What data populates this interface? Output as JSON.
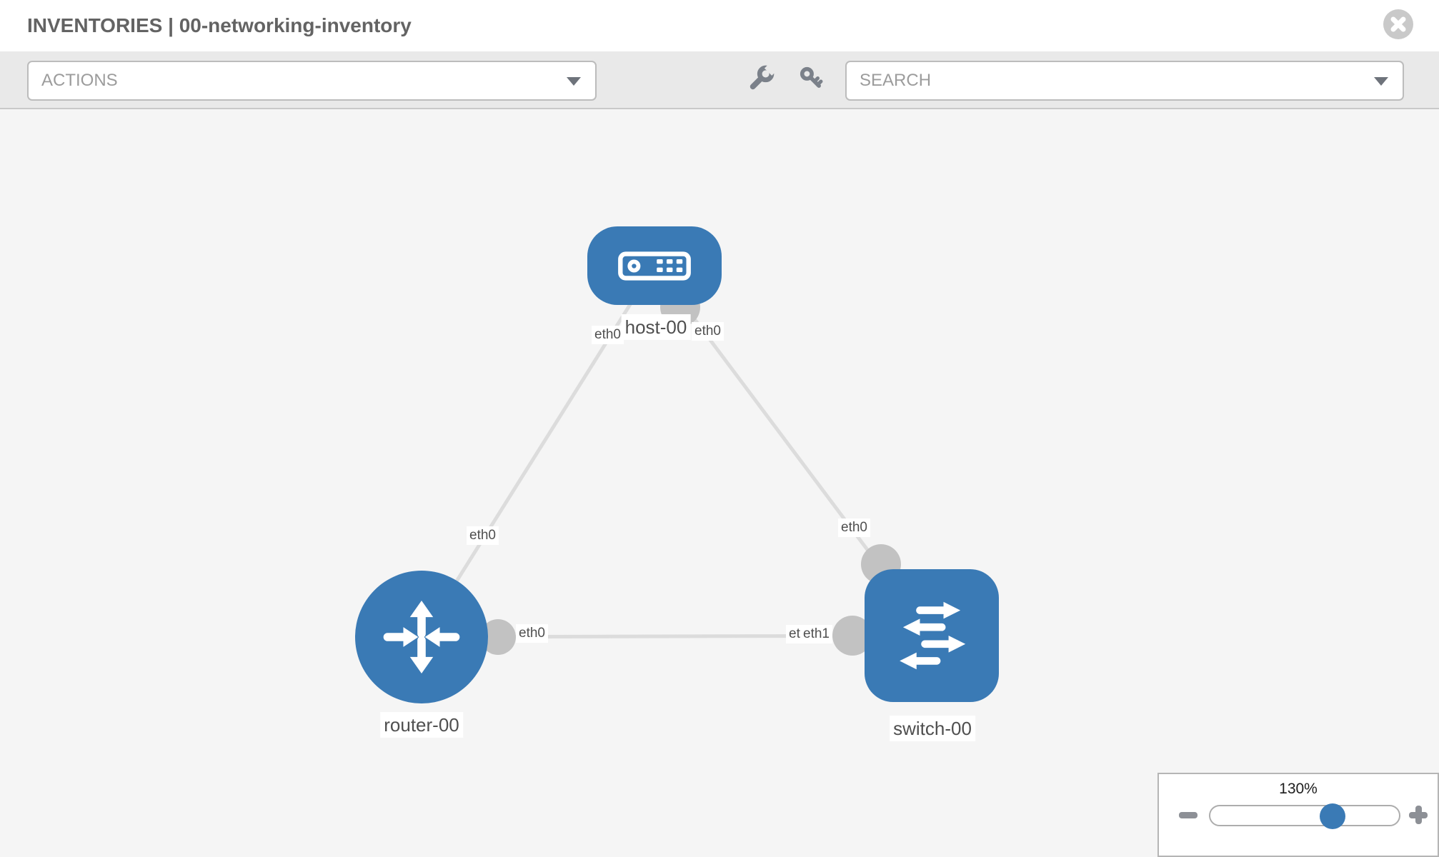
{
  "window": {
    "title": "INVENTORIES | 00-networking-inventory"
  },
  "toolbar": {
    "actions_label": "ACTIONS",
    "search_label": "SEARCH"
  },
  "topology": {
    "nodes": {
      "host": {
        "label": "host-00",
        "type": "host"
      },
      "router": {
        "label": "router-00",
        "type": "router"
      },
      "switch": {
        "label": "switch-00",
        "type": "switch"
      }
    },
    "interfaces": {
      "host_left": "eth0",
      "host_right": "eth0",
      "router_uplink": "eth0",
      "switch_uplink": "eth0",
      "mid_router_side": "eth0",
      "mid_switch_side_back": "eth1",
      "mid_switch_side_front": "eth1"
    }
  },
  "zoom": {
    "level": "130%"
  },
  "colors": {
    "node_blue": "#3a7ab5",
    "link_gray": "#dcdcdc",
    "interface_gray": "#c2c2c2",
    "toolbar_gray": "#e9e9e9"
  }
}
